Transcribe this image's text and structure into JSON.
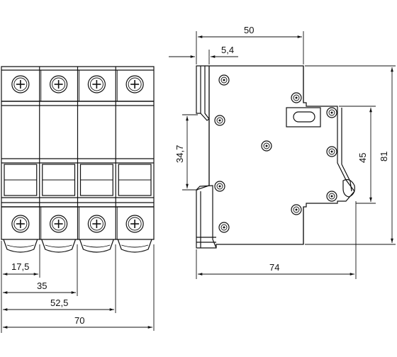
{
  "front_view": {
    "poles": 4,
    "dimensions": [
      "17,5",
      "35",
      "52,5",
      "70"
    ]
  },
  "side_view": {
    "dimensions": {
      "top_width": "50",
      "rail_offset": "5,4",
      "rail_height": "34,7",
      "inner_height": "45",
      "total_height": "81",
      "total_depth": "74"
    }
  },
  "colors": {
    "line": "#111111",
    "background": "#ffffff"
  }
}
